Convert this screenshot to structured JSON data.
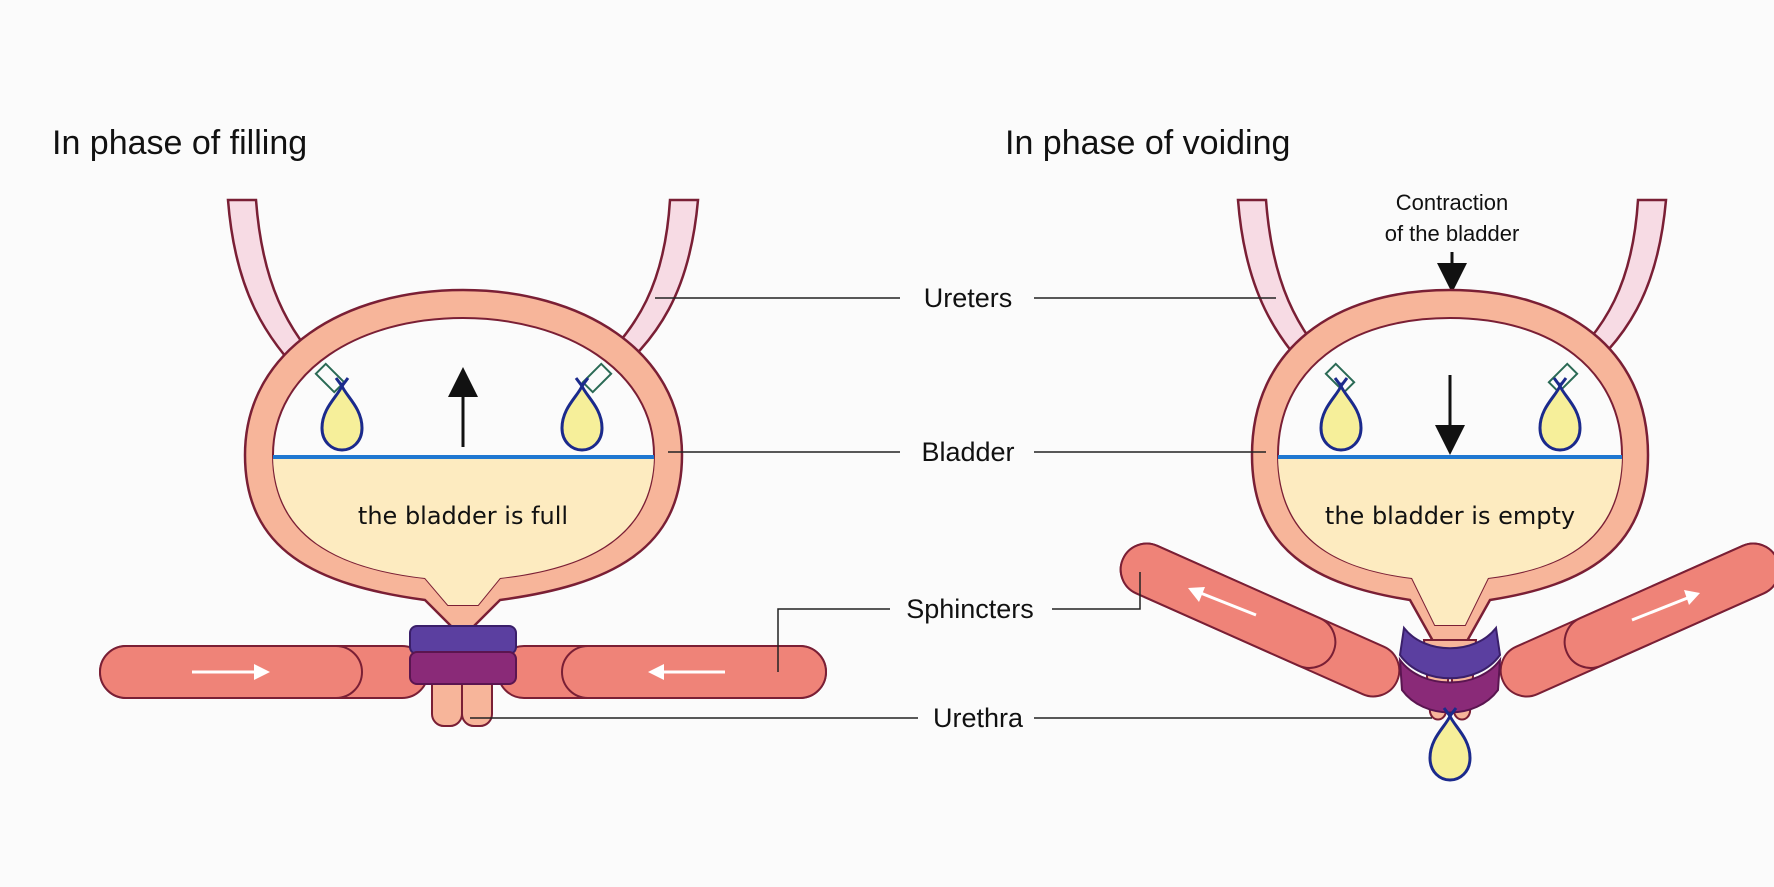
{
  "titles": {
    "filling": "In phase of filling",
    "voiding": "In phase of voiding"
  },
  "labels": {
    "ureters": "Ureters",
    "bladder": "Bladder",
    "sphincters": "Sphincters",
    "urethra": "Urethra"
  },
  "contraction": {
    "line1": "Contraction",
    "line2": "of the bladder"
  },
  "states": {
    "full": "the bladder is full",
    "empty": "the bladder is empty"
  },
  "colors": {
    "bladder_wall": "#f7b59a",
    "outline": "#7a1f35",
    "urine": "#fdebc0",
    "ureter": "#f7dbe4",
    "water_line": "#1f78d1",
    "muscle": "#ef8378",
    "sphincter_top": "#5b3fa0",
    "sphincter_bottom": "#8a2a78",
    "drop_fill": "#f6ef9a",
    "drop_outline": "#1b2a8c"
  }
}
